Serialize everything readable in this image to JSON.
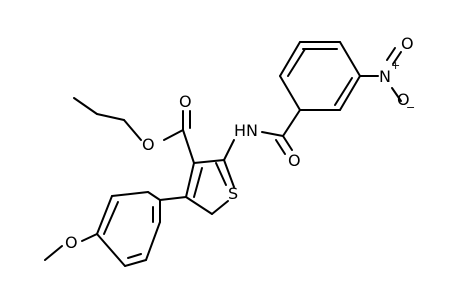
{
  "molecule": {
    "atoms": {
      "o_top": "O",
      "n_nitro": "N",
      "n_charge": "+",
      "o_right": "O",
      "o_charge": "−",
      "o_ester_carbonyl": "O",
      "o_ester": "O",
      "nh": "HN",
      "o_amide": "O",
      "s": "S",
      "o_methoxy": "O"
    }
  }
}
